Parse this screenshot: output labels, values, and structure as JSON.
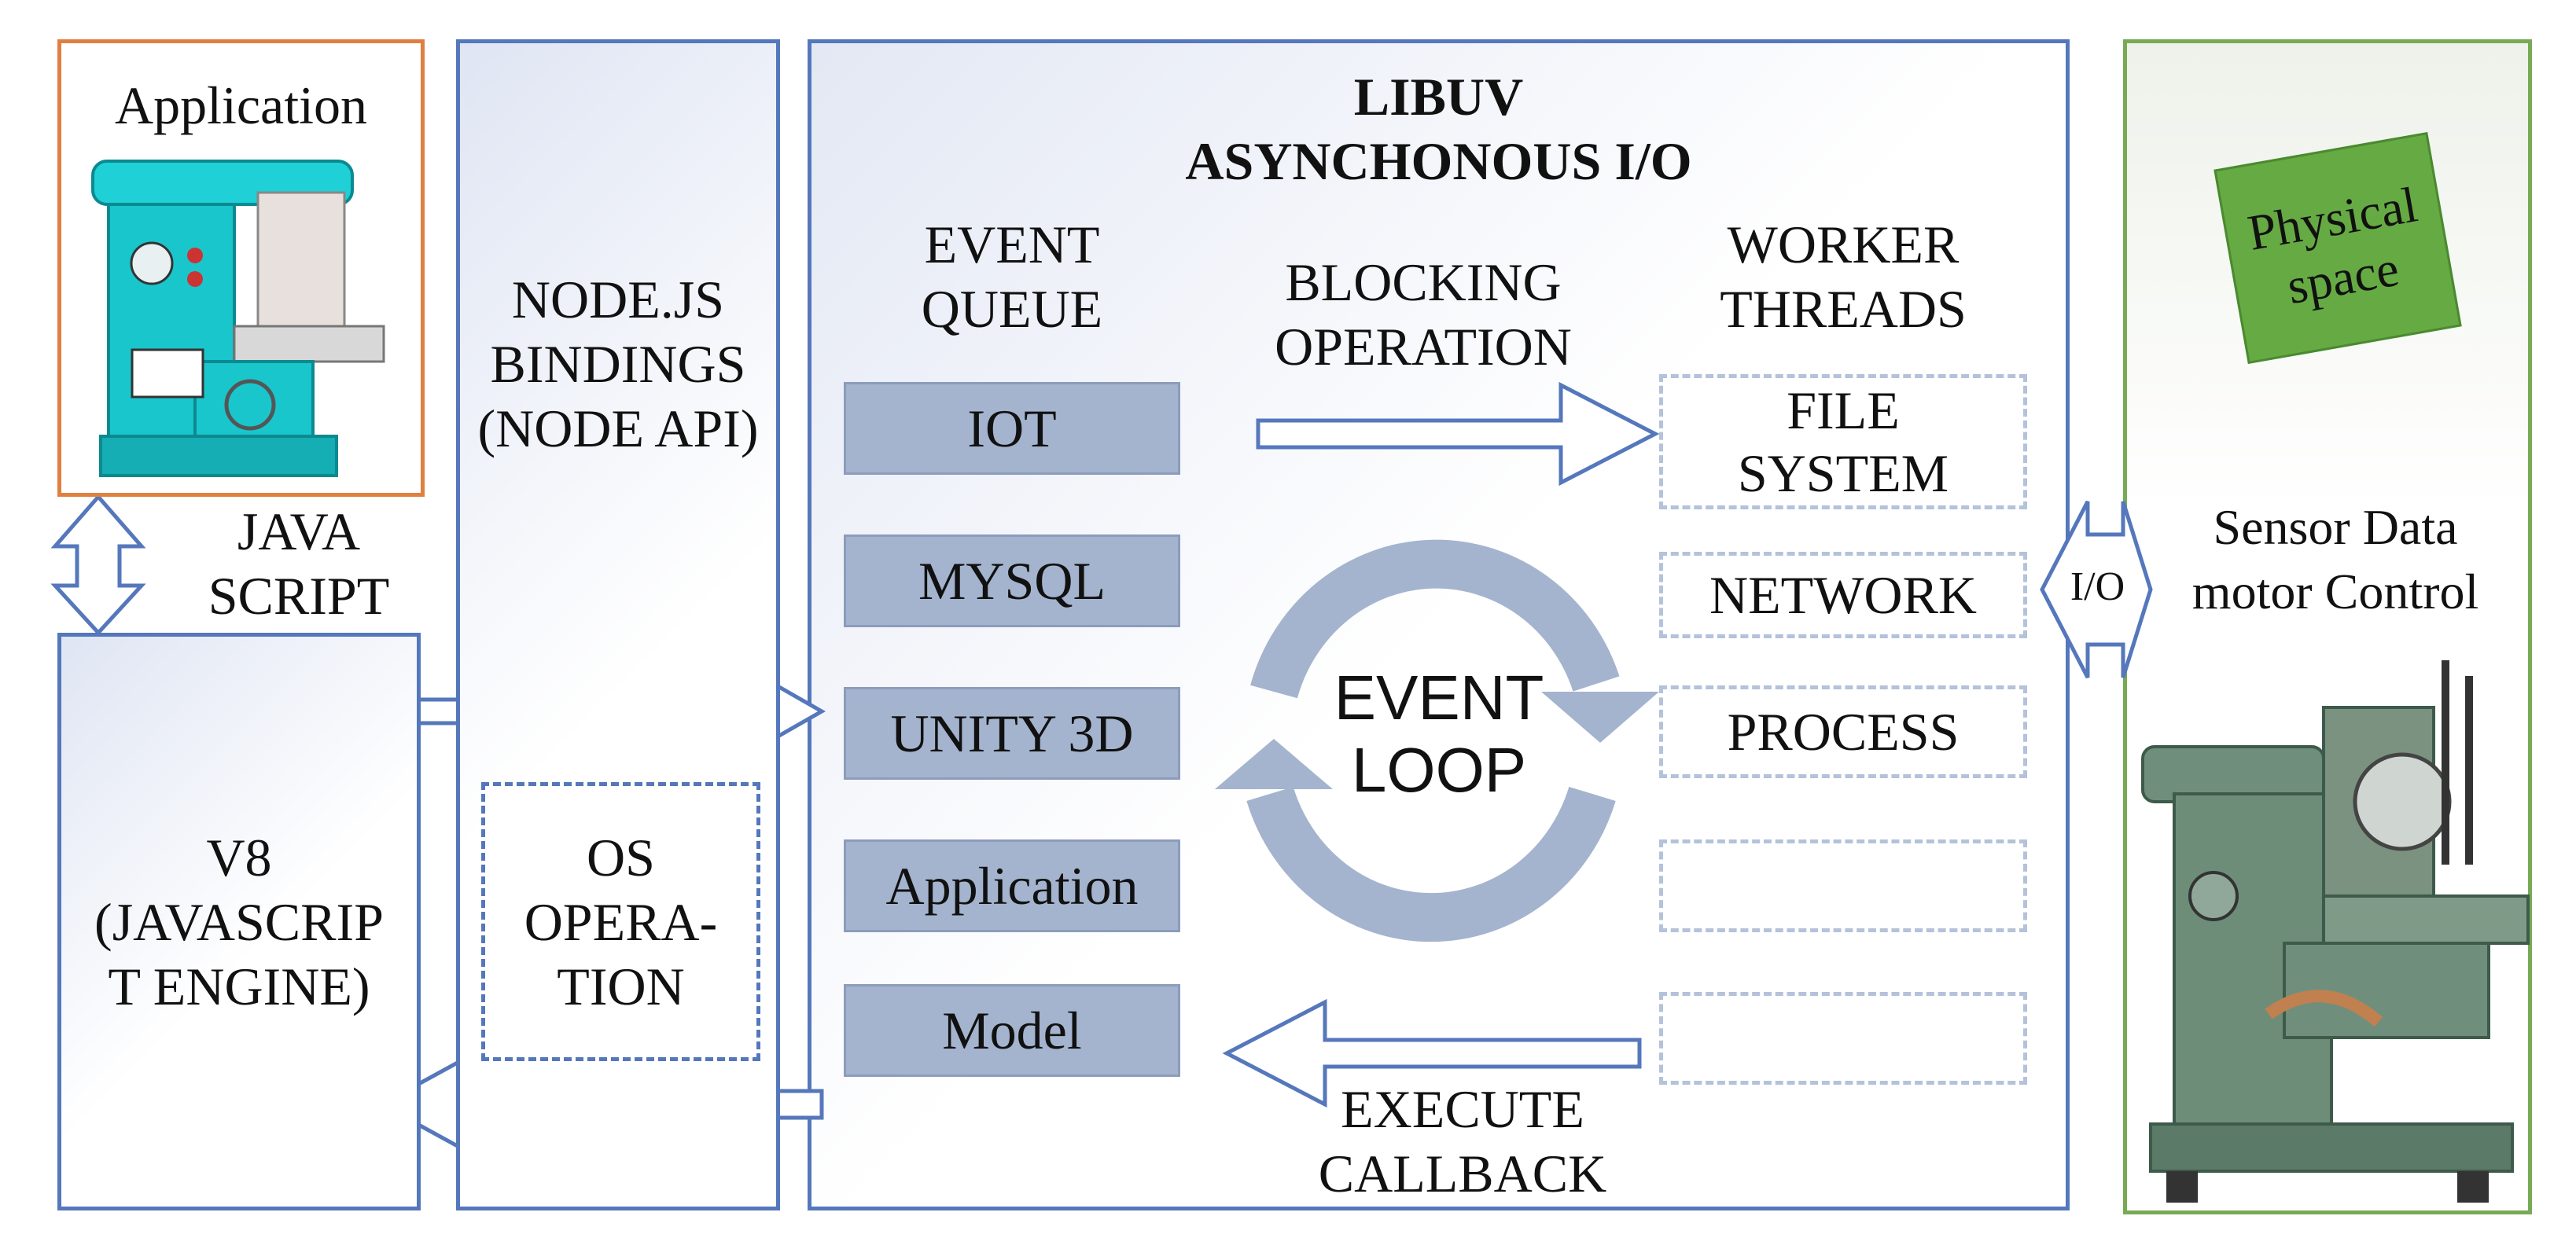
{
  "application": {
    "label": "Application"
  },
  "javascript_label": [
    "JAVA",
    "SCRIPT"
  ],
  "v8": {
    "lines": [
      "V8",
      "(JAVASCRIP",
      "T ENGINE)"
    ]
  },
  "node_bindings": {
    "lines": [
      "NODE.JS",
      "BINDINGS",
      "(NODE API)"
    ]
  },
  "os_operation": {
    "lines": [
      "OS",
      "OPERA-",
      "TION"
    ]
  },
  "libuv": {
    "title_lines": [
      "LIBUV",
      "ASYNCHONOUS I/O"
    ]
  },
  "event_queue": {
    "header_lines": [
      "EVENT",
      "QUEUE"
    ],
    "items": [
      "IOT",
      "MYSQL",
      "UNITY 3D",
      "Application",
      "Model"
    ]
  },
  "blocking_operation": [
    "BLOCKING",
    "OPERATION"
  ],
  "event_loop": [
    "EVENT",
    "LOOP"
  ],
  "execute_callback": [
    "EXECUTE",
    "CALLBACK"
  ],
  "worker_threads": {
    "header_lines": [
      "WORKER",
      "THREADS"
    ],
    "items": [
      {
        "lines": [
          "FILE",
          "SYSTEM"
        ]
      },
      {
        "lines": [
          "NETWORK"
        ]
      },
      {
        "lines": [
          "PROCESS"
        ]
      },
      {
        "lines": []
      },
      {
        "lines": []
      }
    ]
  },
  "io_label": "I/O",
  "physical_space": {
    "label_lines": [
      "Physical",
      "space"
    ]
  },
  "sensor_label": [
    "Sensor Data",
    "motor Control"
  ],
  "colors": {
    "panel_border": "#5577bb",
    "application_border": "#e08040",
    "physical_border": "#77aa55",
    "queue_fill": "#a4b4ce",
    "loop_fill": "#a4b4ce",
    "physical_label_fill": "#66aa44"
  }
}
